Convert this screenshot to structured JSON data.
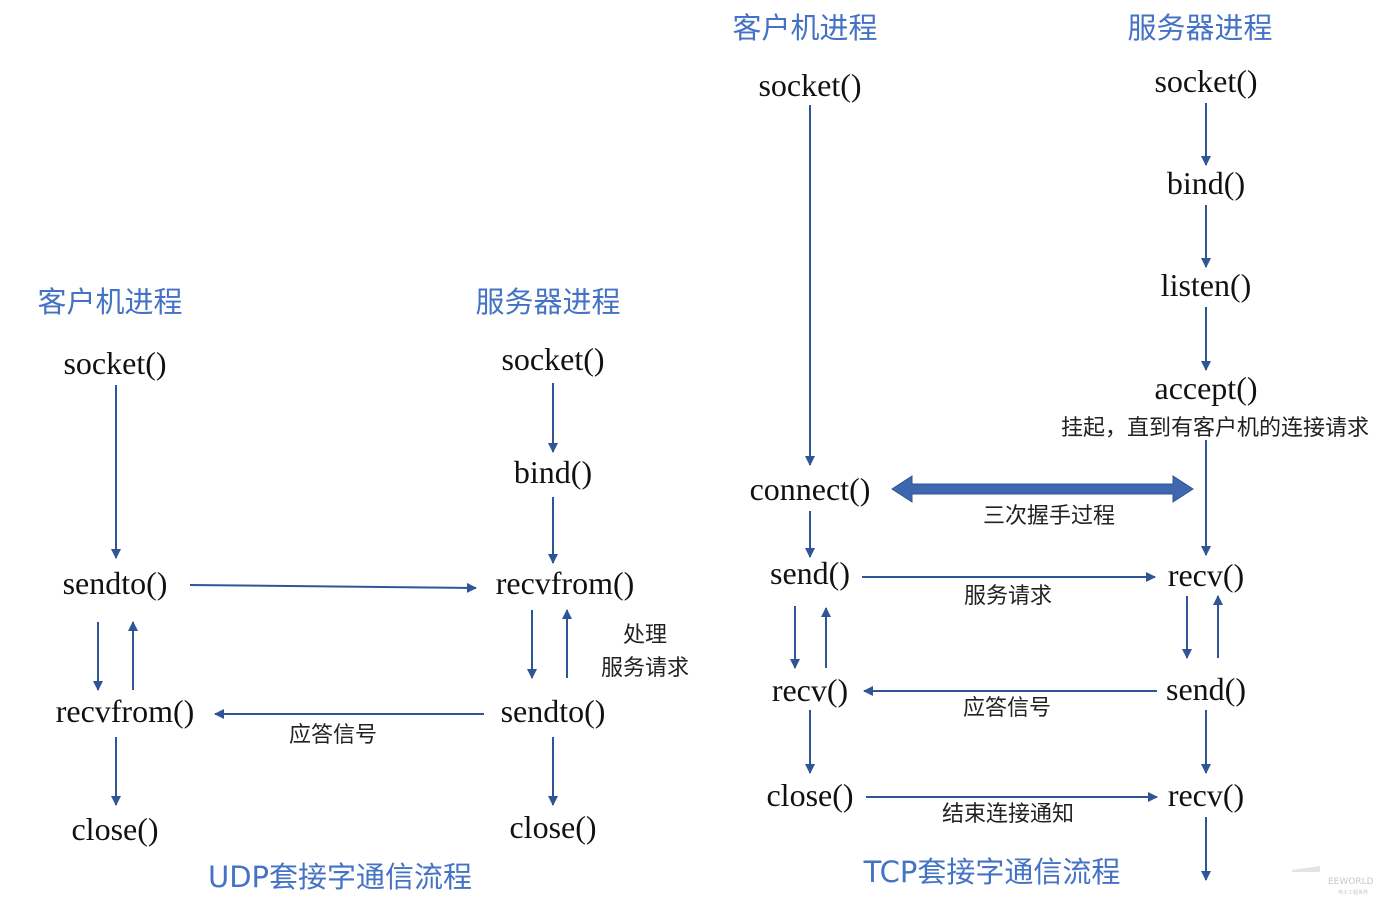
{
  "udp": {
    "client_title": "客户机进程",
    "server_title": "服务器进程",
    "client": {
      "socket": "socket()",
      "sendto": "sendto()",
      "recvfrom": "recvfrom()",
      "close": "close()"
    },
    "server": {
      "socket": "socket()",
      "bind": "bind()",
      "recvfrom": "recvfrom()",
      "sendto": "sendto()",
      "close": "close()"
    },
    "process_label_1": "处理",
    "process_label_2": "服务请求",
    "reply_label": "应答信号",
    "caption": "UDP套接字通信流程"
  },
  "tcp": {
    "client_title": "客户机进程",
    "server_title": "服务器进程",
    "client": {
      "socket": "socket()",
      "connect": "connect()",
      "send": "send()",
      "recv": "recv()",
      "close": "close()"
    },
    "server": {
      "socket": "socket()",
      "bind": "bind()",
      "listen": "listen()",
      "accept": "accept()",
      "recv1": "recv()",
      "send": "send()",
      "recv2": "recv()"
    },
    "accept_note": "挂起，直到有客户机的连接请求",
    "handshake_label": "三次握手过程",
    "request_label": "服务请求",
    "reply_label": "应答信号",
    "close_label": "结束连接通知",
    "caption": "TCP套接字通信流程"
  },
  "watermark": {
    "brand": "EEWORLD",
    "sub": "电子工程世界"
  },
  "colors": {
    "title": "#4472C4",
    "arrow": "#2F5597"
  }
}
